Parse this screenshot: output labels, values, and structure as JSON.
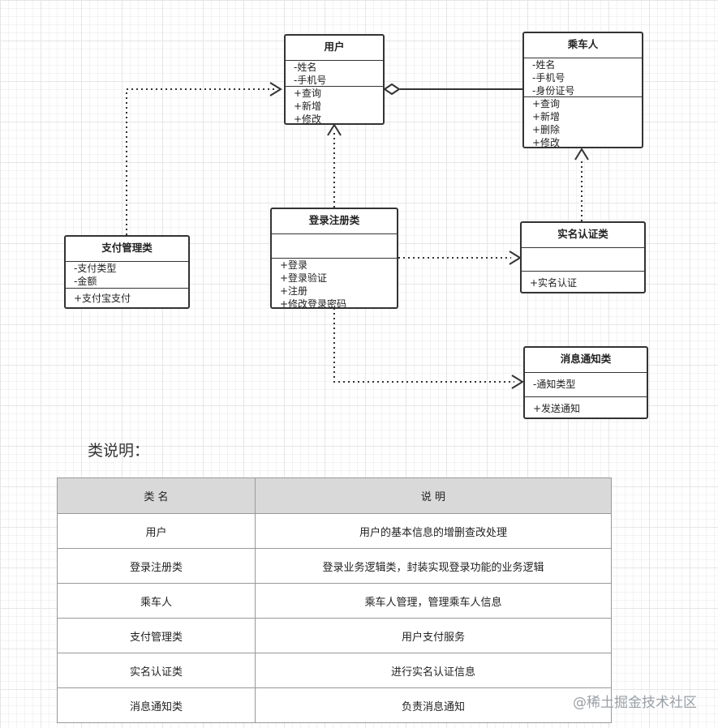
{
  "diagram": {
    "classes": {
      "user": {
        "name": "用户",
        "attributes": [
          "-姓名",
          "-手机号"
        ],
        "methods": [
          "+查询",
          "+新增",
          "+修改"
        ]
      },
      "passenger": {
        "name": "乘车人",
        "attributes": [
          "-姓名",
          "-手机号",
          "-身份证号"
        ],
        "methods": [
          "+查询",
          "+新增",
          "+删除",
          "+修改"
        ]
      },
      "login": {
        "name": "登录注册类",
        "attributes": [],
        "methods": [
          "+登录",
          "+登录验证",
          "+注册",
          "+修改登录密码"
        ]
      },
      "payment": {
        "name": "支付管理类",
        "attributes": [
          "-支付类型",
          "-金额"
        ],
        "methods": [
          "+支付宝支付"
        ]
      },
      "realname": {
        "name": "实名认证类",
        "attributes": [],
        "methods": [
          "+实名认证"
        ]
      },
      "message": {
        "name": "消息通知类",
        "attributes": [
          "-通知类型"
        ],
        "methods": [
          "+发送通知"
        ]
      }
    },
    "relations": [
      {
        "from": "payment",
        "to": "user",
        "type": "dependency"
      },
      {
        "from": "login",
        "to": "user",
        "type": "dependency"
      },
      {
        "from": "login",
        "to": "realname",
        "type": "dependency"
      },
      {
        "from": "login",
        "to": "message",
        "type": "dependency"
      },
      {
        "from": "realname",
        "to": "passenger",
        "type": "dependency"
      },
      {
        "from": "user",
        "to": "passenger",
        "type": "aggregation"
      }
    ]
  },
  "caption": "类说明：",
  "table": {
    "headers": [
      "类 名",
      "说 明"
    ],
    "rows": [
      [
        "用户",
        "用户的基本信息的增删查改处理"
      ],
      [
        "登录注册类",
        "登录业务逻辑类，封装实现登录功能的业务逻辑"
      ],
      [
        "乘车人",
        "乘车人管理，管理乘车人信息"
      ],
      [
        "支付管理类",
        "用户支付服务"
      ],
      [
        "实名认证类",
        "进行实名认证信息"
      ],
      [
        "消息通知类",
        "负责消息通知"
      ]
    ]
  },
  "watermark": "@稀土掘金技术社区"
}
